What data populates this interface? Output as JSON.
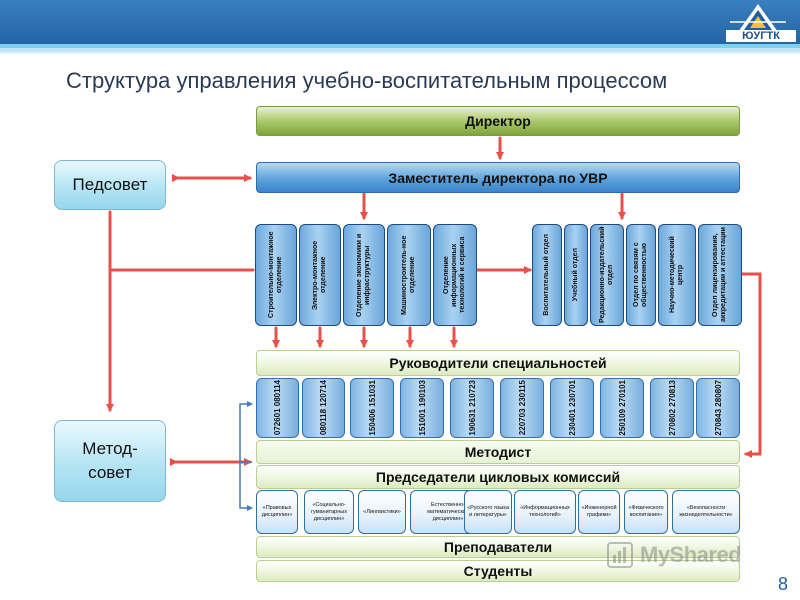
{
  "header": {
    "logo_text": "ЮУГТК"
  },
  "title": "Структура управления учебно-воспитательным процессом",
  "director": "Директор",
  "deputy": "Заместитель директора по УВР",
  "pedsovet": "Педсовет",
  "metodsovet": "Метод-\nсовет",
  "departments": [
    "Строительно-монтажное отделение",
    "Электро-монтажное отделение",
    "Отделение экономики и инфраструктуры",
    "Машиностроитель-ное отделение",
    "Отделение информационных технологий и сервиса"
  ],
  "services": [
    "Воспитательный отдел",
    "Учебный отдел",
    "Редакционно-издательский отдел",
    "Отдел по связям с общественностью",
    "Научно-методический центр",
    "Отдел лицензирования, аккредитации и аттестации"
  ],
  "specialty_heads": "Руководители специальностей",
  "specialties": [
    "072601 080114",
    "080118 120714",
    "150406 151031",
    "151001 190103",
    "190631 210723",
    "220703 230115",
    "230401 230701",
    "250109 270101",
    "270802 270813",
    "270843 280807"
  ],
  "methodist": "Методист",
  "commission_chairs": "Председатели цикловых комиссий",
  "commissions": [
    "«Правовых дисциплин»",
    "«Социально-гуманитарных дисциплин»",
    "«Лингвистики»",
    "Естественно-математических дисциплин»",
    "«Русского языка и литературы»",
    "«Информационных технологий»",
    "«Инженерной графики»",
    "«Физического воспитания»",
    "«Безопасности жизнедеятельности»"
  ],
  "teachers": "Преподаватели",
  "students": "Студенты",
  "watermark": "MyShared",
  "page_number": "8",
  "colors": {
    "arrow": "#e8504a",
    "header": "#1f5f9f",
    "accent_blue": "#3a84c9",
    "accent_green": "#7fa53a"
  }
}
